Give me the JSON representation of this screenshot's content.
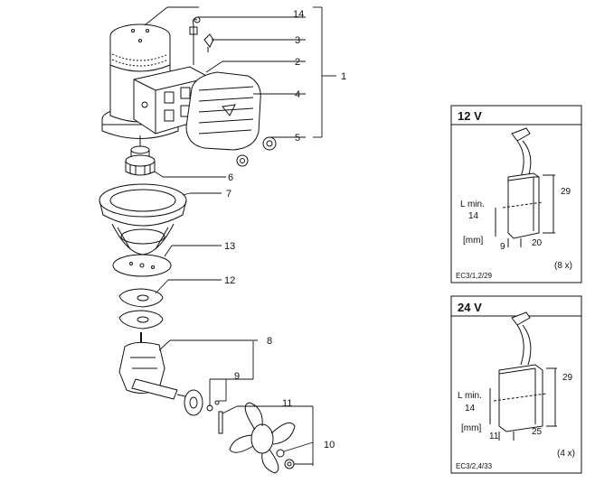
{
  "callouts": {
    "c1": "1",
    "c2": "2",
    "c3": "3",
    "c4": "4",
    "c5": "5",
    "c6": "6",
    "c7": "7",
    "c8": "8",
    "c9": "9",
    "c10": "10",
    "c11": "11",
    "c12": "12",
    "c13": "13",
    "c14": "14"
  },
  "panel_12v": {
    "title": "12 V",
    "lmin": "L min.",
    "lmin_val": "14",
    "dim_29": "29",
    "dim_9": "9",
    "dim_20": "20",
    "unit": "[mm]",
    "qty": "(8 x)",
    "ref": "EC3/1,2/29"
  },
  "panel_24v": {
    "title": "24 V",
    "lmin": "L min.",
    "lmin_val": "14",
    "dim_29": "29",
    "dim_11": "11",
    "dim_25": "25",
    "unit": "[mm]",
    "qty": "(4 x)",
    "ref": "EC3/2,4/33"
  }
}
